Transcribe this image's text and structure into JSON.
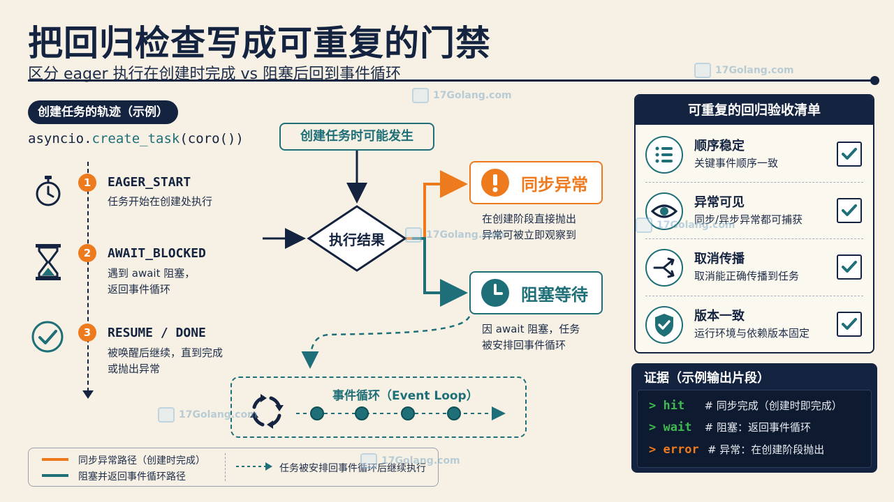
{
  "header": {
    "title": "把回归检查写成可重复的门禁",
    "subtitle": "区分 eager 执行在创建时完成 vs 阻塞后回到事件循环"
  },
  "trajectory": {
    "label": "创建任务的轨迹（示例）",
    "call_prefix": "asyncio.",
    "call_fn": "create_task",
    "call_suffix": "(coro())",
    "steps": [
      {
        "num": "1",
        "name": "EAGER_START",
        "desc1": "任务开始在创建处执行",
        "desc2": "",
        "icon": "stopwatch-icon"
      },
      {
        "num": "2",
        "name": "AWAIT_BLOCKED",
        "desc1": "遇到 await 阻塞，",
        "desc2": "返回事件循环",
        "icon": "hourglass-icon"
      },
      {
        "num": "3",
        "name": "RESUME / DONE",
        "desc1": "被唤醒后继续，直到完成",
        "desc2": "或抛出异常",
        "icon": "check-circle-icon"
      }
    ]
  },
  "flow": {
    "create_box": "创建任务时可能发生",
    "decision": "执行结果",
    "sync_exception": {
      "label": "同步异常",
      "desc1": "在创建阶段直接抛出",
      "desc2": "异常可被立即观察到",
      "color": "#ee7a1e",
      "icon": "exclamation-icon"
    },
    "blocked_wait": {
      "label": "阻塞等待",
      "desc1": "因 await 阻塞，任务",
      "desc2": "被安排回事件循环",
      "color": "#1f6f78",
      "icon": "clock-icon"
    },
    "event_loop": {
      "title": "事件循环（Event Loop）",
      "icon": "cycle-icon"
    }
  },
  "legend": {
    "orange": "同步异常路径（创建时完成）",
    "teal": "阻塞并返回事件循环路径",
    "dashed": "任务被安排回事件循环后继续执行"
  },
  "checklist": {
    "title": "可重复的回归验收清单",
    "items": [
      {
        "name": "顺序稳定",
        "desc": "关键事件顺序一致",
        "icon": "list-icon",
        "checked": true
      },
      {
        "name": "异常可见",
        "desc": "同步/异步异常都可捕获",
        "icon": "eye-icon",
        "checked": true
      },
      {
        "name": "取消传播",
        "desc": "取消能正确传播到任务",
        "icon": "split-arrow-icon",
        "checked": true
      },
      {
        "name": "版本一致",
        "desc": "运行环境与依赖版本固定",
        "icon": "shield-check-icon",
        "checked": true
      }
    ]
  },
  "evidence": {
    "title": "证据（示例输出片段）",
    "lines": [
      {
        "prompt": ">",
        "key": "hit",
        "comment": "# 同步完成（创建时即完成）",
        "color": "#3fb950"
      },
      {
        "prompt": ">",
        "key": "wait",
        "comment": "# 阻塞：返回事件循环",
        "color": "#3fb950"
      },
      {
        "prompt": ">",
        "key": "error",
        "comment": "# 异常：在创建阶段抛出",
        "color": "#ee7a1e"
      }
    ]
  },
  "watermark": "17Golang.com",
  "colors": {
    "navy": "#14233f",
    "orange": "#ee7a1e",
    "teal": "#1f6f78",
    "background": "#f6f1e4"
  }
}
